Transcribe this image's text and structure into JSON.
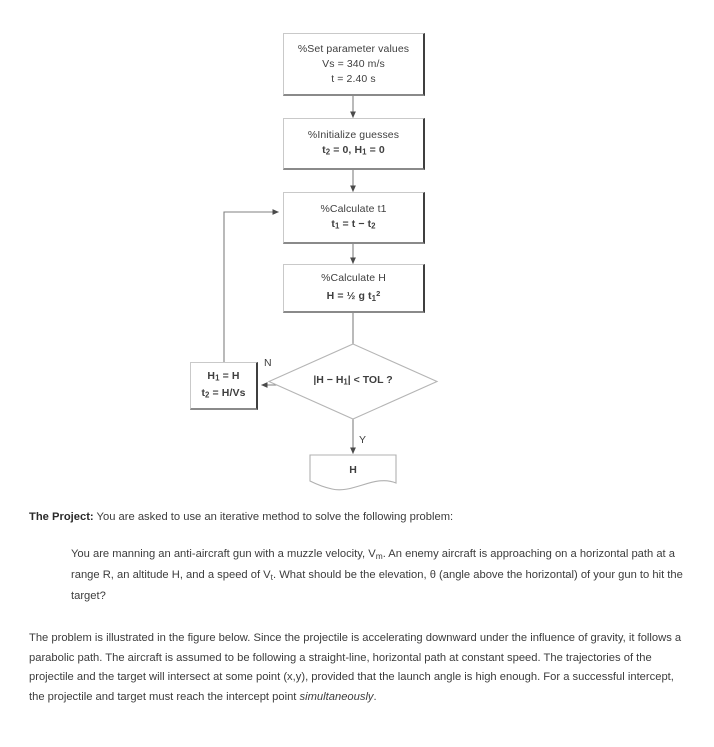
{
  "flowchart": {
    "nodes": [
      {
        "id": "set-parameters",
        "name": "set-parameter-values-box",
        "type": "process",
        "lines": [
          "%Set parameter values",
          "Vs = 340 m/s",
          "t = 2.40 s"
        ]
      },
      {
        "id": "initialize-guesses",
        "name": "initialize-guesses-box",
        "type": "process",
        "lines": [
          "%Initialize guesses"
        ],
        "formula_html": "t<sub>2</sub> = 0, H<sub>1</sub> = 0"
      },
      {
        "id": "calculate-t1",
        "name": "calculate-t1-box",
        "type": "process",
        "lines": [
          "%Calculate t1"
        ],
        "formula_html": "t<sub>1</sub> = t &minus; t<sub>2</sub>"
      },
      {
        "id": "calculate-h",
        "name": "calculate-h-box",
        "type": "process",
        "lines": [
          "%Calculate H"
        ],
        "formula_html": "H = &frac12; g t<sub>1</sub><sup>2</sup>"
      },
      {
        "id": "update-guesses",
        "name": "update-guesses-box",
        "type": "process",
        "formula_html": "H<sub>1</sub> = H<br>t<sub>2</sub> = H/Vs"
      },
      {
        "id": "tolerance-test",
        "name": "tolerance-decision-diamond",
        "type": "decision",
        "formula_html": "|H &minus; H<sub>1</sub>| &lt; TOL ?"
      },
      {
        "id": "output-h",
        "name": "output-h-document",
        "type": "document",
        "label": "H"
      }
    ],
    "edge_labels": {
      "no": "N",
      "yes": "Y"
    },
    "colors": {
      "box_border": "#c9c9c9",
      "box_shadow_edge": "#3f3f3f",
      "connector": "#808080",
      "text": "#3f3f3f"
    }
  },
  "prose": {
    "project_lead": "The Project:",
    "project_text": " You are asked to use an iterative method to solve the following problem:",
    "problem_html": "You are manning an anti-aircraft gun with a muzzle velocity, V<sub>m</sub>. An enemy aircraft is approaching on a horizontal path at a range R, an altitude H, and a speed of V<sub>t</sub>. What should be the elevation, θ (angle above the horizontal) of your gun to hit the target?",
    "figure_html": "The problem is illustrated in the figure below. Since the projectile is accelerating downward under the influence of gravity, it follows a parabolic path. The aircraft is assumed to be following a straight-line, horizontal path at constant speed. The trajectories of the projectile and the target will intersect at some point (x,y), provided that the launch angle is high enough. For a successful intercept, the projectile and target must reach the intercept point <span class=\"ital\">simultaneously</span>."
  }
}
